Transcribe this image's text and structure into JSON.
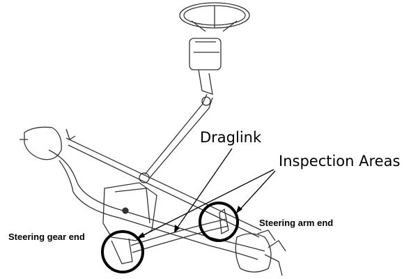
{
  "labels": {
    "draglink": "Draglink",
    "inspection_areas": "Inspection Areas",
    "steering_arm_end": "Steering arm end",
    "steering_gear_end": "Steering gear end"
  },
  "colors": {
    "line": "#000000",
    "drawing": "#333333"
  }
}
